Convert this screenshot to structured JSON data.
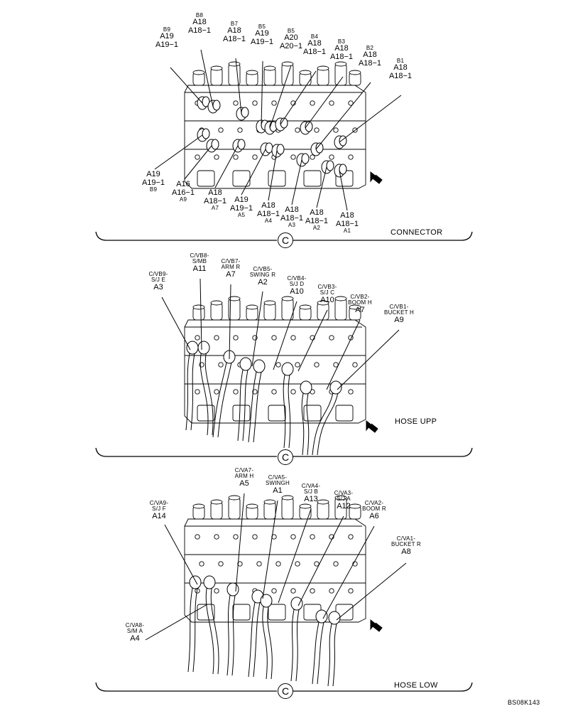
{
  "sections": {
    "connector": {
      "title": "CONNECTOR",
      "circle": "C",
      "top_labels": [
        {
          "id": "b9",
          "lines": [
            "B9",
            "A19",
            "A19−1"
          ]
        },
        {
          "id": "b8",
          "lines": [
            "B8",
            "A18",
            "A18−1"
          ]
        },
        {
          "id": "b7",
          "lines": [
            "B7",
            "A18",
            "A18−1"
          ]
        },
        {
          "id": "b5",
          "lines": [
            "B5",
            "A19",
            "A19−1"
          ]
        },
        {
          "id": "b5b",
          "lines": [
            "B5",
            "A20",
            "A20−1"
          ]
        },
        {
          "id": "b4",
          "lines": [
            "B4",
            "A18",
            "A18−1"
          ]
        },
        {
          "id": "b3",
          "lines": [
            "B3",
            "A18",
            "A18−1"
          ]
        },
        {
          "id": "b2",
          "lines": [
            "B2",
            "A18",
            "A18−1"
          ]
        },
        {
          "id": "b1",
          "lines": [
            "B1",
            "A18",
            "A18−1"
          ]
        }
      ],
      "bottom_labels": [
        {
          "id": "a9a",
          "lines": [
            "A19",
            "A19−1",
            "B9"
          ]
        },
        {
          "id": "a9",
          "lines": [
            "A16",
            "A16−1",
            "A9"
          ]
        },
        {
          "id": "a7",
          "lines": [
            "A18",
            "A18−1",
            "A7"
          ]
        },
        {
          "id": "a5",
          "lines": [
            "A19",
            "A19−1",
            "A5"
          ]
        },
        {
          "id": "a4",
          "lines": [
            "A18",
            "A18−1",
            "A4"
          ]
        },
        {
          "id": "a3",
          "lines": [
            "A18",
            "A18−1",
            "A3"
          ]
        },
        {
          "id": "a2",
          "lines": [
            "A18",
            "A18−1",
            "A2"
          ]
        },
        {
          "id": "a1",
          "lines": [
            "A18",
            "A18−1",
            "A1"
          ]
        }
      ]
    },
    "hose_upp": {
      "title": "HOSE UPP",
      "circle": "C",
      "labels": [
        {
          "id": "vb9",
          "lines": [
            "C/VB9-",
            "S/J E",
            "A3"
          ]
        },
        {
          "id": "vb8",
          "lines": [
            "C/VB8-",
            "S/MB",
            "A11"
          ]
        },
        {
          "id": "vb7",
          "lines": [
            "C/VB7-",
            "ARM R",
            "A7"
          ]
        },
        {
          "id": "vb5",
          "lines": [
            "C/VB5-",
            "SWING R",
            "A2"
          ]
        },
        {
          "id": "vb4",
          "lines": [
            "C/VB4-",
            "S/J D",
            "A10"
          ]
        },
        {
          "id": "vb3",
          "lines": [
            "C/VB3-",
            "S/J C",
            "A10"
          ]
        },
        {
          "id": "vb2",
          "lines": [
            "C/VB2-",
            "BOOM H",
            "A7"
          ]
        },
        {
          "id": "vb1",
          "lines": [
            "C/VB1-",
            "BUCKET H",
            "A9"
          ]
        }
      ]
    },
    "hose_low": {
      "title": "HOSE LOW",
      "circle": "C",
      "labels": [
        {
          "id": "va9",
          "lines": [
            "C/VA9-",
            "S/J F",
            "A14"
          ]
        },
        {
          "id": "va7",
          "lines": [
            "C/VA7-",
            "ARM H",
            "A5"
          ]
        },
        {
          "id": "va5",
          "lines": [
            "C/VA5-",
            "SWINGH",
            "A1"
          ]
        },
        {
          "id": "va4",
          "lines": [
            "C/VA4-",
            "S/J B",
            "A13"
          ]
        },
        {
          "id": "va3",
          "lines": [
            "C/VA3-",
            "S/J A",
            "A12"
          ]
        },
        {
          "id": "va2",
          "lines": [
            "C/VA2-",
            "BOOM R",
            "A6"
          ]
        },
        {
          "id": "va1",
          "lines": [
            "C/VA1-",
            "BUCKET R",
            "A8"
          ]
        },
        {
          "id": "va8",
          "lines": [
            "C/VA8-",
            "S/M A",
            "A4"
          ]
        }
      ]
    }
  },
  "reference_code": "BS08K143"
}
